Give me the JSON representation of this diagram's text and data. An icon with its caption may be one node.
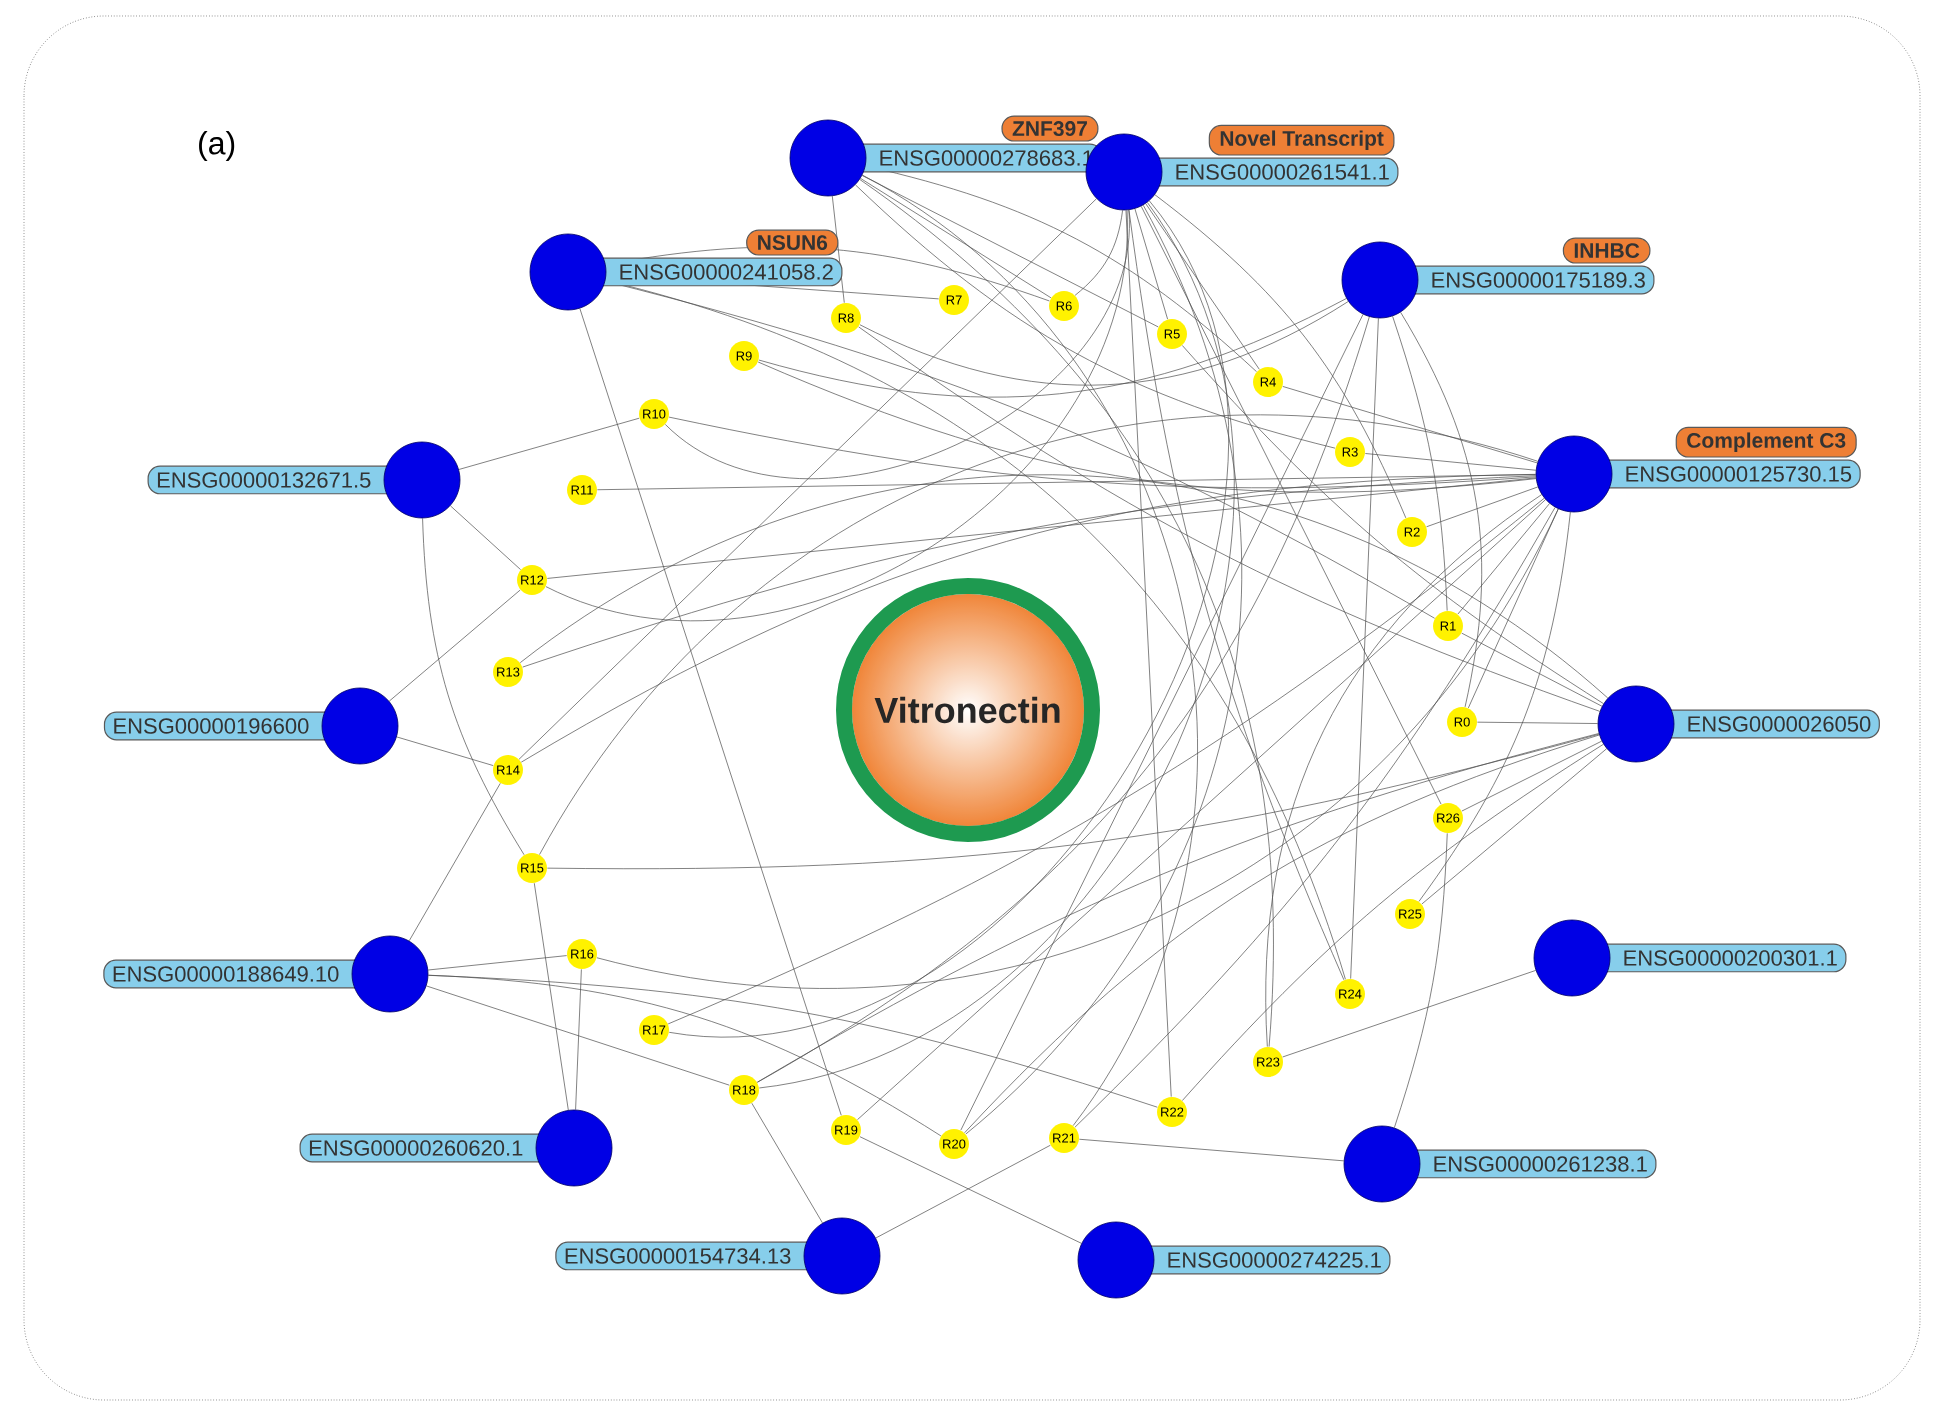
{
  "diagram": {
    "nodes": [
      {
        "text": [
          "Vitronectin"
        ]
      },
      {
        "text": [
          "ZNF397",
          "ENSG00000278683.1"
        ]
      },
      {
        "text": [
          "Novel Transcript",
          "ENSG00000261541.1"
        ]
      },
      {
        "text": [
          "NSUN6",
          "ENSG00000241058.2"
        ]
      },
      {
        "text": [
          "INHBC",
          "ENSG00000175189.3"
        ]
      },
      {
        "text": [
          "ENSG00000132671.5"
        ]
      },
      {
        "text": [
          "Complement C3",
          "ENSG00000125730.15"
        ]
      },
      {
        "text": [
          "ENSG00000196600"
        ]
      },
      {
        "text": [
          "ENSG0000026050"
        ]
      },
      {
        "text": [
          "ENSG00000188649.10"
        ]
      },
      {
        "text": [
          "ENSG00000200301.1"
        ]
      },
      {
        "text": [
          "ENSG00000260620.1"
        ]
      },
      {
        "text": [
          "ENSG00000261238.1"
        ]
      },
      {
        "text": [
          "ENSG00000154734.13"
        ]
      },
      {
        "text": [
          "ENSG00000274225.1"
        ]
      },
      {
        "text": [
          "R0"
        ]
      },
      {
        "text": [
          "R1"
        ]
      },
      {
        "text": [
          "R2"
        ]
      },
      {
        "text": [
          "R3"
        ]
      },
      {
        "text": [
          "R4"
        ]
      },
      {
        "text": [
          "R5"
        ]
      },
      {
        "text": [
          "R6"
        ]
      },
      {
        "text": [
          "R7"
        ]
      },
      {
        "text": [
          "R8"
        ]
      },
      {
        "text": [
          "R9"
        ]
      },
      {
        "text": [
          "R10"
        ]
      },
      {
        "text": [
          "R11"
        ]
      },
      {
        "text": [
          "R12"
        ]
      },
      {
        "text": [
          "R13"
        ]
      },
      {
        "text": [
          "R14"
        ]
      },
      {
        "text": [
          "R15"
        ]
      },
      {
        "text": [
          "R16"
        ]
      },
      {
        "text": [
          "R17"
        ]
      },
      {
        "text": [
          "R18"
        ]
      },
      {
        "text": [
          "R19"
        ]
      },
      {
        "text": [
          "R20"
        ]
      },
      {
        "text": [
          "R21"
        ]
      },
      {
        "text": [
          "R22"
        ]
      },
      {
        "text": [
          "R23"
        ]
      },
      {
        "text": [
          "R24"
        ]
      },
      {
        "text": [
          "R25"
        ]
      },
      {
        "text": [
          "R26"
        ]
      }
    ],
    "edges": [
      {
        "from": 6,
        "to": 15,
        "arrow": "none"
      },
      {
        "from": 6,
        "to": 16,
        "arrow": "none"
      },
      {
        "from": 6,
        "to": 17,
        "arrow": "none"
      },
      {
        "from": 6,
        "to": 18,
        "arrow": "none"
      },
      {
        "from": 6,
        "to": 19,
        "arrow": "none"
      },
      {
        "from": 6,
        "to": 24,
        "arrow": "none"
      },
      {
        "from": 6,
        "to": 25,
        "arrow": "none"
      },
      {
        "from": 6,
        "to": 26,
        "arrow": "none"
      },
      {
        "from": 6,
        "to": 27,
        "arrow": "none"
      },
      {
        "from": 6,
        "to": 28,
        "arrow": "none"
      },
      {
        "from": 6,
        "to": 29,
        "arrow": "none"
      },
      {
        "from": 6,
        "to": 30,
        "arrow": "none"
      },
      {
        "from": 6,
        "to": 31,
        "arrow": "none"
      },
      {
        "from": 6,
        "to": 32,
        "arrow": "none"
      },
      {
        "from": 6,
        "to": 34,
        "arrow": "none"
      },
      {
        "from": 6,
        "to": 36,
        "arrow": "none"
      },
      {
        "from": 6,
        "to": 38,
        "arrow": "none"
      },
      {
        "from": 6,
        "to": 40,
        "arrow": "none"
      },
      {
        "from": 8,
        "to": 15,
        "arrow": "none"
      },
      {
        "from": 8,
        "to": 16,
        "arrow": "none"
      },
      {
        "from": 8,
        "to": 20,
        "arrow": "none"
      },
      {
        "from": 8,
        "to": 23,
        "arrow": "none"
      },
      {
        "from": 8,
        "to": 28,
        "arrow": "none"
      },
      {
        "from": 8,
        "to": 30,
        "arrow": "none"
      },
      {
        "from": 8,
        "to": 33,
        "arrow": "none"
      },
      {
        "from": 8,
        "to": 35,
        "arrow": "none"
      },
      {
        "from": 8,
        "to": 37,
        "arrow": "none"
      },
      {
        "from": 8,
        "to": 40,
        "arrow": "none"
      },
      {
        "from": 8,
        "to": 41,
        "arrow": "none"
      },
      {
        "from": 2,
        "to": 17,
        "arrow": "none"
      },
      {
        "from": 2,
        "to": 19,
        "arrow": "none"
      },
      {
        "from": 2,
        "to": 20,
        "arrow": "none"
      },
      {
        "from": 2,
        "to": 21,
        "arrow": "none"
      },
      {
        "from": 2,
        "to": 25,
        "arrow": "none"
      },
      {
        "from": 2,
        "to": 27,
        "arrow": "none"
      },
      {
        "from": 2,
        "to": 29,
        "arrow": "none"
      },
      {
        "from": 2,
        "to": 32,
        "arrow": "none"
      },
      {
        "from": 2,
        "to": 33,
        "arrow": "none"
      },
      {
        "from": 2,
        "to": 35,
        "arrow": "none"
      },
      {
        "from": 2,
        "to": 37,
        "arrow": "none"
      },
      {
        "from": 2,
        "to": 39,
        "arrow": "none"
      },
      {
        "from": 2,
        "to": 41,
        "arrow": "none"
      },
      {
        "from": 1,
        "to": 18,
        "arrow": "none"
      },
      {
        "from": 1,
        "to": 19,
        "arrow": "none"
      },
      {
        "from": 1,
        "to": 23,
        "arrow": "none"
      },
      {
        "from": 1,
        "to": 21,
        "arrow": "none"
      },
      {
        "from": 1,
        "to": 20,
        "arrow": "none"
      },
      {
        "from": 1,
        "to": 36,
        "arrow": "none"
      },
      {
        "from": 1,
        "to": 38,
        "arrow": "none"
      },
      {
        "from": 3,
        "to": 16,
        "arrow": "none"
      },
      {
        "from": 3,
        "to": 21,
        "arrow": "none"
      },
      {
        "from": 3,
        "to": 22,
        "arrow": "none"
      },
      {
        "from": 3,
        "to": 34,
        "arrow": "none"
      },
      {
        "from": 3,
        "to": 39,
        "arrow": "none"
      },
      {
        "from": 4,
        "to": 15,
        "arrow": "none"
      },
      {
        "from": 4,
        "to": 16,
        "arrow": "none"
      },
      {
        "from": 4,
        "to": 23,
        "arrow": "none"
      },
      {
        "from": 4,
        "to": 24,
        "arrow": "none"
      },
      {
        "from": 4,
        "to": 33,
        "arrow": "none"
      },
      {
        "from": 4,
        "to": 35,
        "arrow": "none"
      },
      {
        "from": 4,
        "to": 39,
        "arrow": "none"
      },
      {
        "from": 5,
        "to": 25,
        "arrow": "none"
      },
      {
        "from": 5,
        "to": 27,
        "arrow": "none"
      },
      {
        "from": 5,
        "to": 30,
        "arrow": "none"
      },
      {
        "from": 7,
        "to": 27,
        "arrow": "none"
      },
      {
        "from": 7,
        "to": 29,
        "arrow": "none"
      },
      {
        "from": 9,
        "to": 29,
        "arrow": "none"
      },
      {
        "from": 9,
        "to": 31,
        "arrow": "none"
      },
      {
        "from": 9,
        "to": 33,
        "arrow": "none"
      },
      {
        "from": 9,
        "to": 35,
        "arrow": "none"
      },
      {
        "from": 9,
        "to": 37,
        "arrow": "none"
      },
      {
        "from": 10,
        "to": 38,
        "arrow": "none"
      },
      {
        "from": 11,
        "to": 30,
        "arrow": "none"
      },
      {
        "from": 11,
        "to": 31,
        "arrow": "none"
      },
      {
        "from": 12,
        "to": 36,
        "arrow": "none"
      },
      {
        "from": 12,
        "to": 41,
        "arrow": "none"
      },
      {
        "from": 13,
        "to": 33,
        "arrow": "none"
      },
      {
        "from": 13,
        "to": 36,
        "arrow": "none"
      },
      {
        "from": 14,
        "to": 34,
        "arrow": "none"
      }
    ],
    "labels": [
      "(a)"
    ]
  }
}
